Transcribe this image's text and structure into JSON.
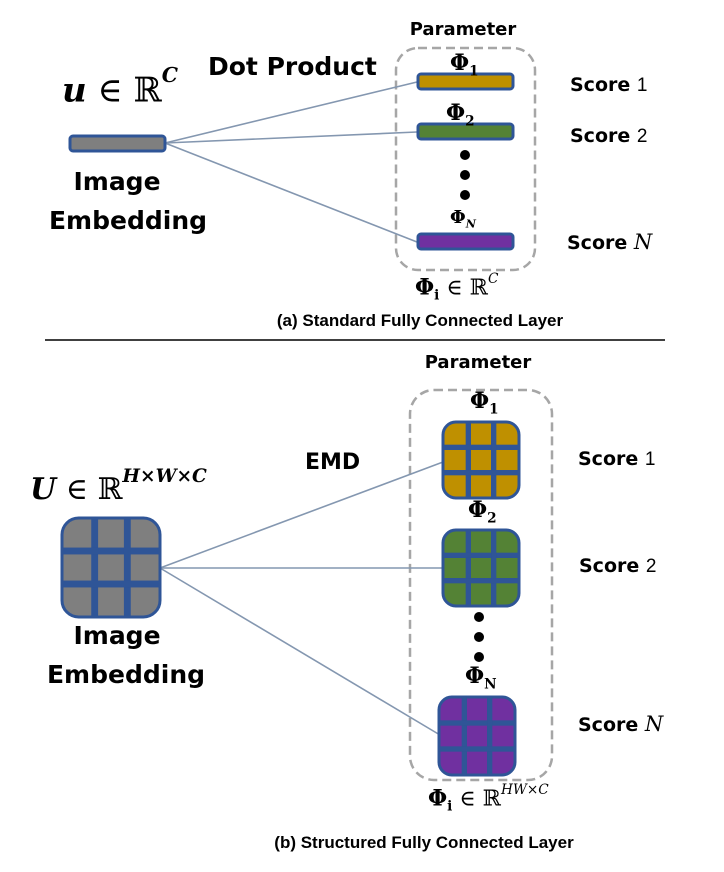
{
  "colors": {
    "border_blue": "#2F5597",
    "input_gray": "#7F7F7F",
    "phi1_gold": "#BF9000",
    "phi2_green": "#548235",
    "phiN_purple": "#7030A0",
    "connector": "#8497B0",
    "dashed_box": "#A6A6A6"
  },
  "panel_a": {
    "operation_label": "Dot Product",
    "parameter_label": "Parameter",
    "input_symbol": "u",
    "input_set": "ℝ",
    "input_dim": "C",
    "member_of": "∈",
    "input_caption_line1": "Image",
    "input_caption_line2": "Embedding",
    "params": [
      {
        "symbol": "Φ",
        "sub": "1",
        "color_key": "phi1_gold"
      },
      {
        "symbol": "Φ",
        "sub": "2",
        "color_key": "phi2_green"
      },
      {
        "symbol": "Φ",
        "sub": "N",
        "color_key": "phiN_purple"
      }
    ],
    "scores": [
      {
        "word": "Score",
        "index": "1"
      },
      {
        "word": "Score",
        "index": "2"
      },
      {
        "word": "Score",
        "index": "N"
      }
    ],
    "param_space": {
      "symbol": "Φ",
      "sub": "i",
      "member_of": "∈",
      "set": "ℝ",
      "dim": "C"
    },
    "caption": "(a) Standard Fully Connected Layer"
  },
  "panel_b": {
    "operation_label": "EMD",
    "parameter_label": "Parameter",
    "input_symbol": "U",
    "input_set": "ℝ",
    "input_dim": "H×W×C",
    "member_of": "∈",
    "input_caption_line1": "Image",
    "input_caption_line2": "Embedding",
    "params": [
      {
        "symbol": "Φ",
        "sub": "1",
        "color_key": "phi1_gold"
      },
      {
        "symbol": "Φ",
        "sub": "2",
        "color_key": "phi2_green"
      },
      {
        "symbol": "Φ",
        "sub": "N",
        "color_key": "phiN_purple"
      }
    ],
    "scores": [
      {
        "word": "Score",
        "index": "1"
      },
      {
        "word": "Score",
        "index": "2"
      },
      {
        "word": "Score",
        "index": "N"
      }
    ],
    "param_space": {
      "symbol": "Φ",
      "sub": "i",
      "member_of": "∈",
      "set": "ℝ",
      "dim": "HW×C"
    },
    "caption": "(b) Structured Fully Connected Layer"
  },
  "ellipsis_glyph": "•"
}
